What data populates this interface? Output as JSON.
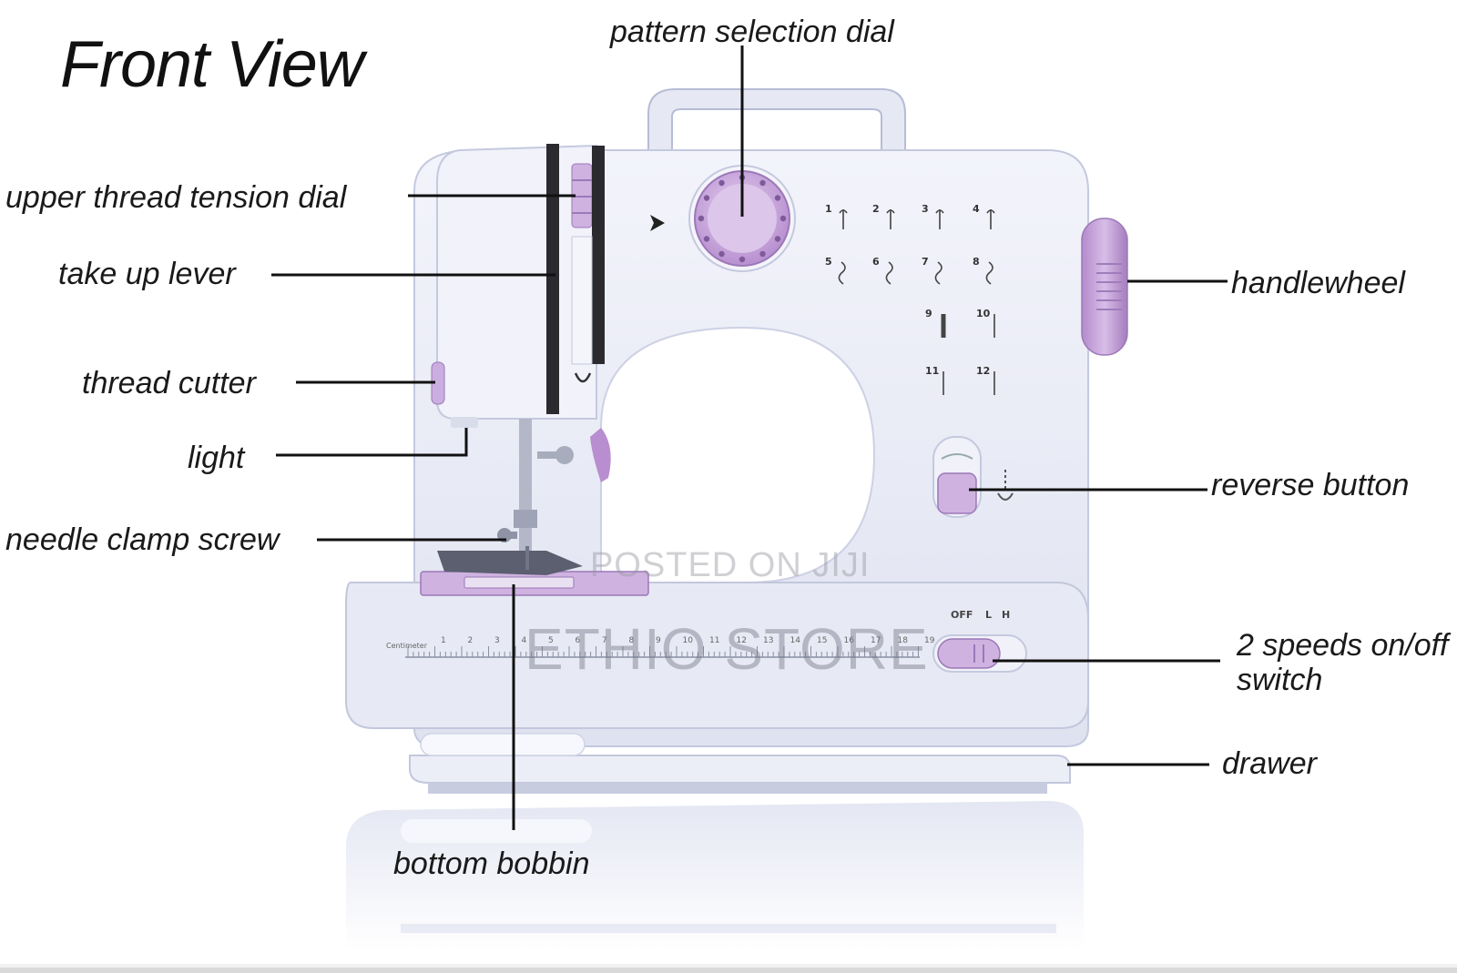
{
  "title": "Front View",
  "labels": {
    "pattern_selection_dial": "pattern selection dial",
    "upper_thread_tension_dial": "upper thread tension dial",
    "take_up_lever": "take up lever",
    "thread_cutter": "thread cutter",
    "light": "light",
    "needle_clamp_screw": "needle clamp screw",
    "bottom_bobbin": "bottom bobbin",
    "handlewheel": "handlewheel",
    "reverse_button": "reverse button",
    "speed_switch": "2 speeds on/off switch",
    "drawer": "drawer"
  },
  "machine": {
    "patterns": [
      "1",
      "2",
      "3",
      "4",
      "5",
      "6",
      "7",
      "8",
      "9",
      "10",
      "11",
      "12"
    ],
    "speed_labels": [
      "OFF",
      "L",
      "H"
    ],
    "ruler_caption": "Centimeter",
    "ruler_numbers": [
      "1",
      "2",
      "3",
      "4",
      "5",
      "6",
      "7",
      "8",
      "9",
      "10",
      "11",
      "12",
      "13",
      "14",
      "15",
      "16",
      "17",
      "18",
      "19"
    ]
  },
  "watermark": {
    "line1": "POSTED ON JIJI",
    "line2": "ETHIO STORE"
  },
  "colors": {
    "body": "#eceef8",
    "body_shadow": "#c9cde2",
    "accent_lilac": "#c9a6dc",
    "accent_dark": "#9c78b8",
    "text": "#1a1a1a"
  }
}
